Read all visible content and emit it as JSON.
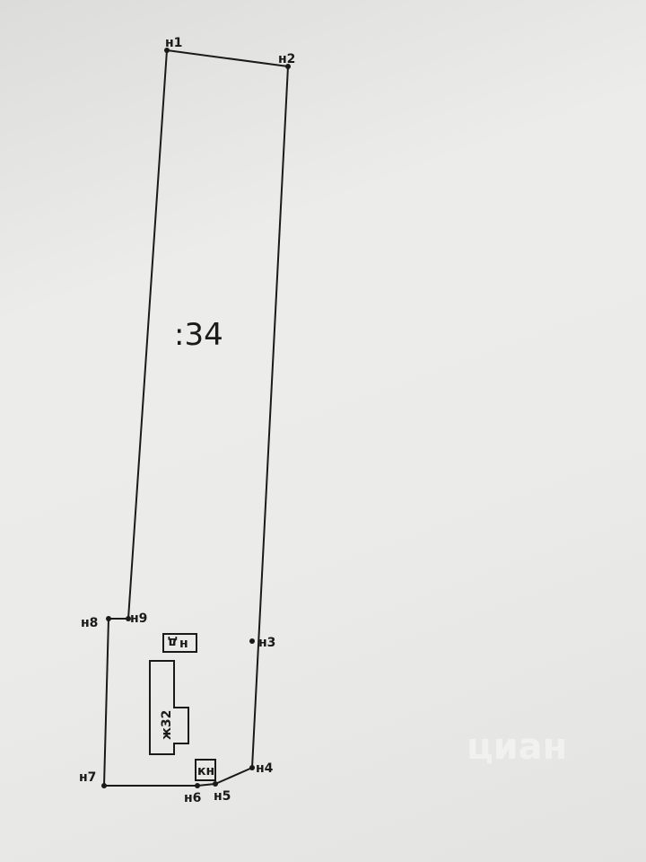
{
  "parcel": {
    "label": ":34",
    "points": [
      {
        "name": "н1"
      },
      {
        "name": "н2"
      },
      {
        "name": "н3"
      },
      {
        "name": "н4"
      },
      {
        "name": "н5"
      },
      {
        "name": "н6"
      },
      {
        "name": "н7"
      },
      {
        "name": "н8"
      },
      {
        "name": "н9"
      }
    ]
  },
  "buildings": {
    "main": "ж32",
    "small_top": "н",
    "small_top_prefix": "д",
    "small_bottom": "кн"
  },
  "watermark": {
    "text": "циан"
  },
  "colors": {
    "line": "#1a1a1a",
    "paper": "#ebebe9"
  }
}
